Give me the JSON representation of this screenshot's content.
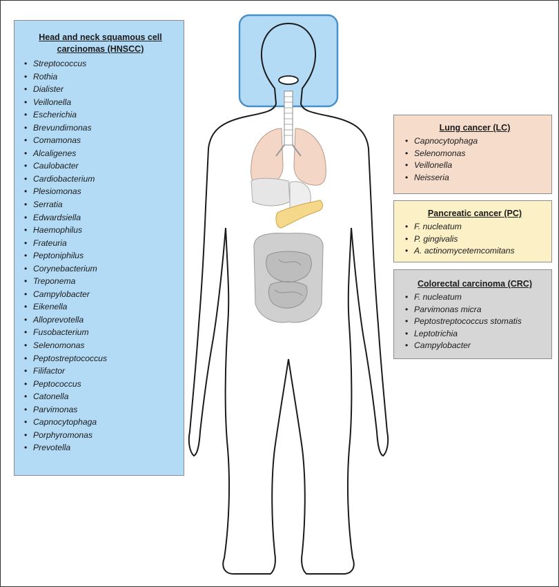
{
  "panels": {
    "hnscc": {
      "title": "Head and neck squamous cell carcinomas (HNSCC)",
      "color": "#b3dbf5",
      "items": [
        "Streptococcus",
        "Rothia",
        "Dialister",
        "Veillonella",
        "Escherichia",
        "Brevundimonas",
        "Comamonas",
        "Alcaligenes",
        "Caulobacter",
        "Cardiobacterium",
        "Plesiomonas",
        "Serratia",
        "Edwardsiella",
        "Haemophilus",
        "Frateuria",
        "Peptoniphilus",
        "Corynebacterium",
        "Treponema",
        "Campylobacter",
        "Eikenella",
        "Alloprevotella",
        "Fusobacterium",
        "Selenomonas",
        "Peptostreptococcus",
        "Filifactor",
        "Peptococcus",
        "Catonella",
        "Parvimonas",
        "Capnocytophaga",
        "Porphyromonas",
        "Prevotella"
      ]
    },
    "lc": {
      "title": "Lung cancer (LC)",
      "color": "#f6dccb",
      "items": [
        "Capnocytophaga",
        "Selenomonas",
        "Veillonella",
        "Neisseria"
      ]
    },
    "pc": {
      "title": "Pancreatic cancer (PC)",
      "color": "#fcf0c6",
      "items": [
        "F. nucleatum",
        "P. gingivalis",
        "A. actinomycetemcomitans"
      ]
    },
    "crc": {
      "title": "Colorectal carcinoma (CRC)",
      "color": "#d6d6d6",
      "items": [
        "F. nucleatum",
        "Parvimonas micra",
        "Peptostreptococcus stomatis",
        "Leptotrichia",
        "Campylobacter"
      ]
    }
  },
  "figure": {
    "head_highlight_color": "#b3dbf5",
    "lung_color": "#f3d6c6",
    "pancreas_color": "#f5d88a",
    "intestine_color": "#cfcfcf"
  }
}
